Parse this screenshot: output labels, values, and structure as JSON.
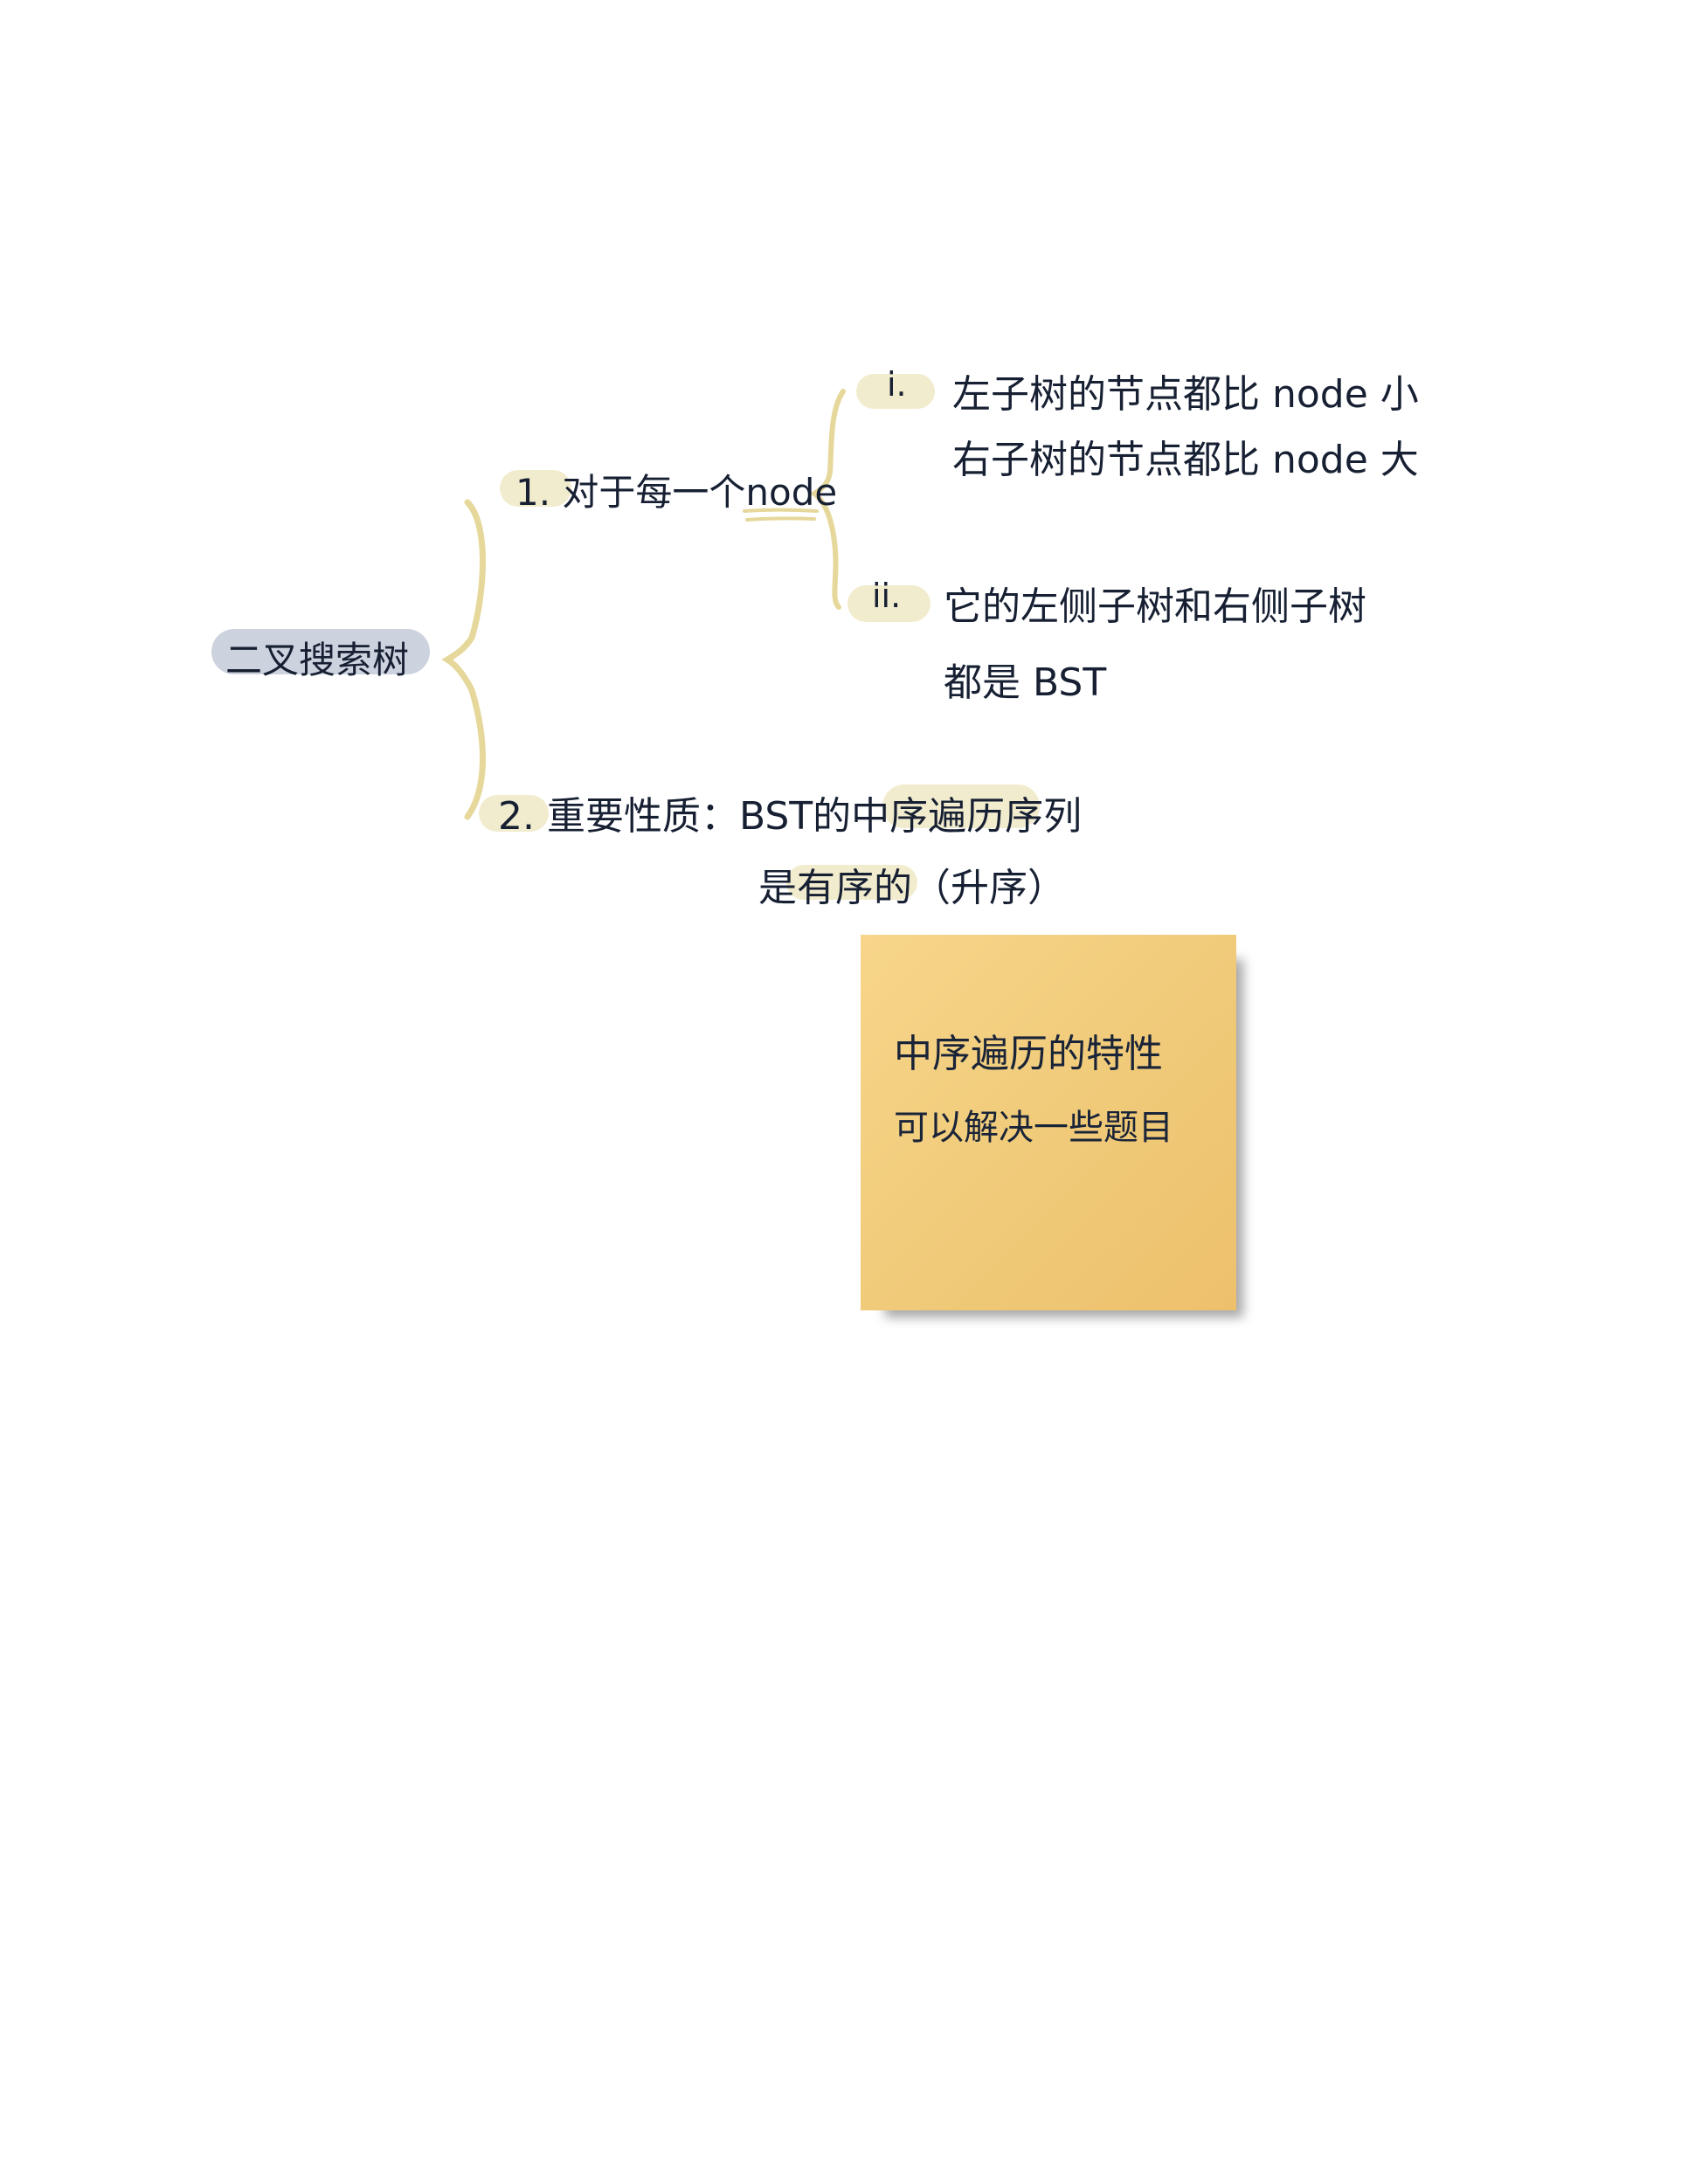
{
  "root": {
    "label": "二叉搜索树"
  },
  "branch1": {
    "label": "1. 对于每一个node",
    "sub": [
      {
        "marker": "i.",
        "lines": [
          "左子树的节点都比 node 小",
          "右子树的节点都比 node 大"
        ]
      },
      {
        "marker": "ii.",
        "lines": [
          "它的左侧子树和右侧子树",
          "都是 BST"
        ]
      }
    ]
  },
  "branch2": {
    "lines": [
      "2. 重要性质：BST的中序遍历序列",
      "是有序的（升序）"
    ]
  },
  "sticky": {
    "lines": [
      "中序遍历的特性",
      "可以解决一些题目"
    ]
  },
  "colors": {
    "ink": "#172033",
    "branch_line": "#e6d79a",
    "highlight": "#f1ebcb",
    "root_highlight": "#c9d0dc",
    "sticky_note": "#f2cc7b"
  }
}
